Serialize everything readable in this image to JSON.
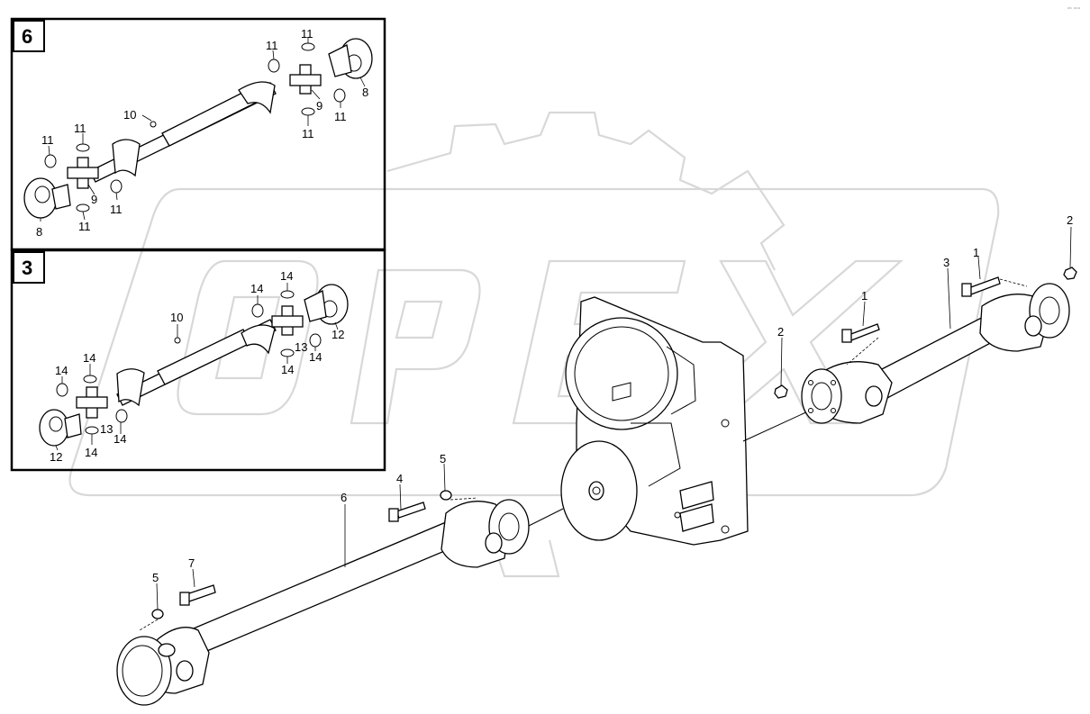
{
  "watermark": {
    "text": "OPEX"
  },
  "corner_mark": {
    "text": "ᵃᵇ ᵒᵒᵒ"
  },
  "insets": [
    {
      "tag": "6"
    },
    {
      "tag": "3"
    }
  ],
  "callouts": {
    "i6_11a": "11",
    "i6_11b": "11",
    "i6_11c": "11",
    "i6_11d": "11",
    "i6_11e": "11",
    "i6_11f": "11",
    "i6_11g": "11",
    "i6_11h": "11",
    "i6_10": "10",
    "i6_9a": "9",
    "i6_9b": "9",
    "i6_8a": "8",
    "i6_8b": "8",
    "i3_14a": "14",
    "i3_14b": "14",
    "i3_14c": "14",
    "i3_14d": "14",
    "i3_14e": "14",
    "i3_14f": "14",
    "i3_14g": "14",
    "i3_14h": "14",
    "i3_10": "10",
    "i3_13a": "13",
    "i3_13b": "13",
    "i3_12a": "12",
    "i3_12b": "12",
    "m_1a": "1",
    "m_1b": "1",
    "m_2a": "2",
    "m_2b": "2",
    "m_3": "3",
    "m_4": "4",
    "m_5a": "5",
    "m_5b": "5",
    "m_6": "6",
    "m_7": "7"
  }
}
